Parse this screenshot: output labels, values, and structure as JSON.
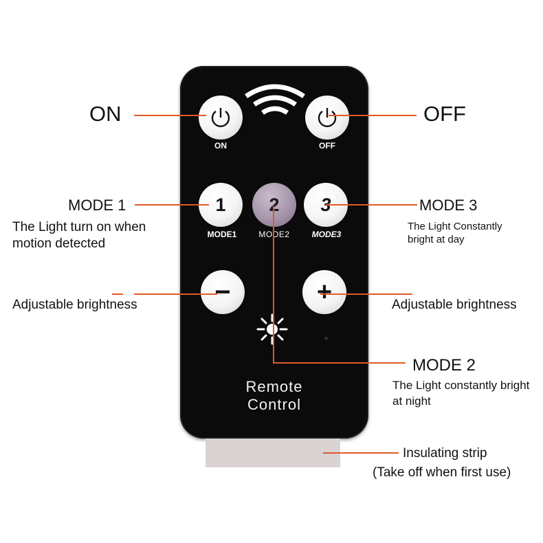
{
  "remote": {
    "title_line1": "Remote",
    "title_line2": "Control",
    "buttons": {
      "on": {
        "label": "ON"
      },
      "off": {
        "label": "OFF"
      },
      "mode1": {
        "symbol": "1",
        "label": "MODE1"
      },
      "mode2": {
        "symbol": "2",
        "label": "MODE2"
      },
      "mode3": {
        "symbol": "3",
        "label": "MODE3"
      },
      "minus": {
        "symbol": "−"
      },
      "plus": {
        "symbol": "+"
      }
    }
  },
  "callouts": {
    "on": "ON",
    "off": "OFF",
    "mode1": {
      "title": "MODE 1",
      "desc_line1": "The Light turn on when",
      "desc_line2": "motion detected"
    },
    "mode3": {
      "title": "MODE 3",
      "desc_line1": "The Light Constantly",
      "desc_line2": "bright at day"
    },
    "brightness_left": "Adjustable brightness",
    "brightness_right": "Adjustable brightness",
    "mode2": {
      "title": "MODE 2",
      "desc_line1": "The Light constantly bright",
      "desc_line2": "at night"
    },
    "strip": {
      "title": "Insulating strip",
      "desc": "(Take off when first use)"
    }
  },
  "colors": {
    "callout_line": "#e05a2a",
    "remote_body": "#0b0b0b",
    "mode2_button": "#a796ab",
    "strip": "#d9d3d4"
  },
  "icons": [
    "power-icon",
    "wireless-signal-icon",
    "sun-brightness-icon"
  ]
}
